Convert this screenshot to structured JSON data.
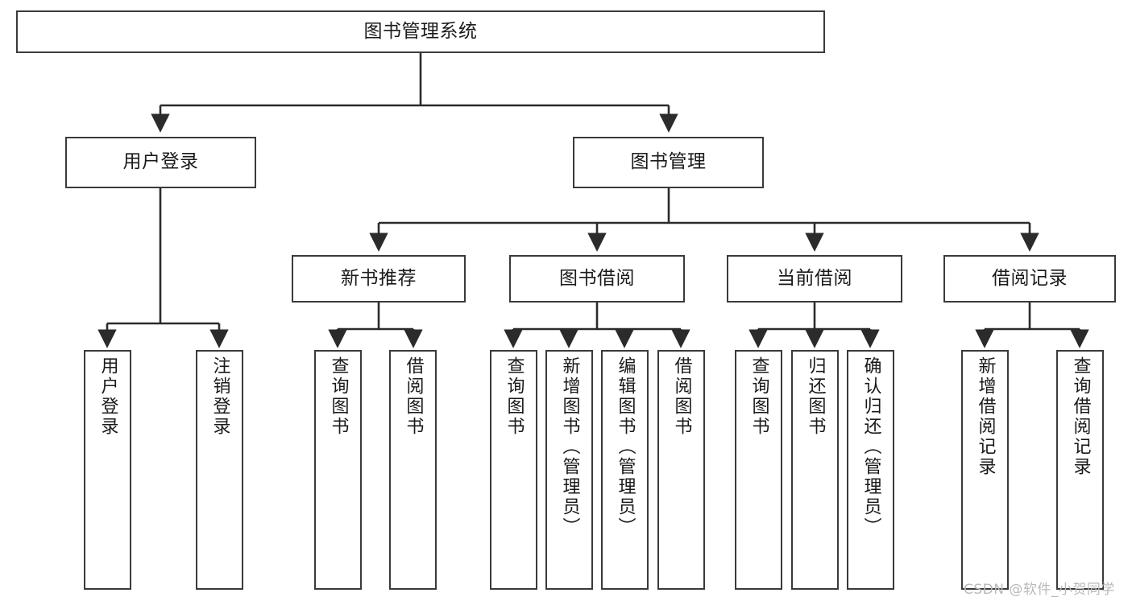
{
  "diagram": {
    "title": "图书管理系统",
    "type": "功能结构图",
    "root": {
      "label": "图书管理系统"
    },
    "level2": [
      {
        "label": "用户登录"
      },
      {
        "label": "图书管理"
      }
    ],
    "level3": [
      {
        "label": "新书推荐"
      },
      {
        "label": "图书借阅"
      },
      {
        "label": "当前借阅"
      },
      {
        "label": "借阅记录"
      }
    ],
    "leaves": {
      "user_login": [
        {
          "label": "用户登录"
        },
        {
          "label": "注销登录"
        }
      ],
      "new_book_recommend": [
        {
          "label": "查询图书"
        },
        {
          "label": "借阅图书"
        }
      ],
      "book_borrow": [
        {
          "label": "查询图书"
        },
        {
          "label": "新增图书（管理员）"
        },
        {
          "label": "编辑图书（管理员）"
        },
        {
          "label": "借阅图书"
        }
      ],
      "current_borrow": [
        {
          "label": "查询图书"
        },
        {
          "label": "归还图书"
        },
        {
          "label": "确认归还（管理员）"
        }
      ],
      "borrow_record": [
        {
          "label": "新增借阅记录"
        },
        {
          "label": "查询借阅记录"
        }
      ]
    }
  },
  "watermark": {
    "text": "CSDN @软件_小贺同学"
  },
  "colors": {
    "border": "#3a3a3a",
    "background": "#ffffff",
    "text": "#1a1a1a",
    "edge": "#2b2b2b",
    "watermark": "#b9b9b9"
  }
}
